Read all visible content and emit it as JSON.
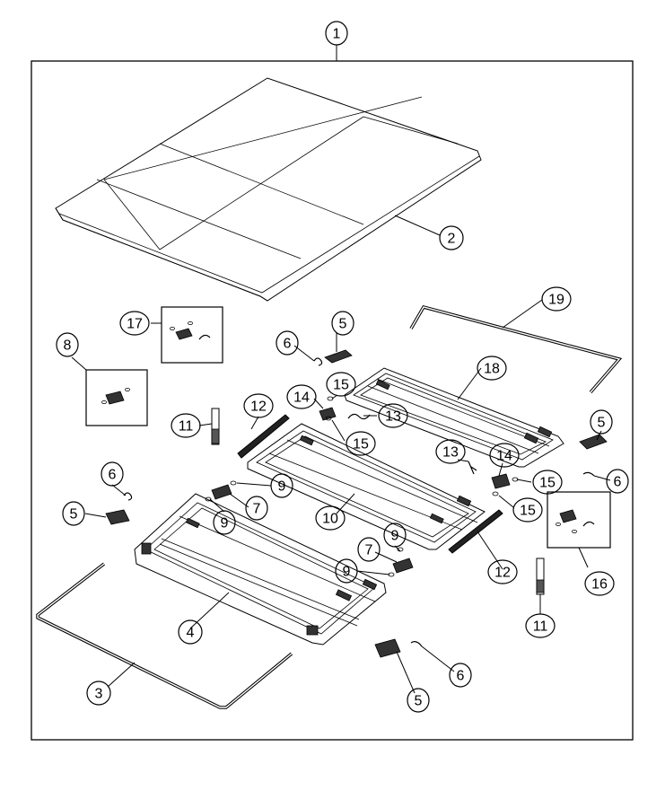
{
  "diagram": {
    "callouts": [
      {
        "id": "c1",
        "label": "1"
      },
      {
        "id": "c2",
        "label": "2"
      },
      {
        "id": "c3",
        "label": "3"
      },
      {
        "id": "c4",
        "label": "4"
      },
      {
        "id": "c5a",
        "label": "5"
      },
      {
        "id": "c5b",
        "label": "5"
      },
      {
        "id": "c5c",
        "label": "5"
      },
      {
        "id": "c5d",
        "label": "5"
      },
      {
        "id": "c6a",
        "label": "6"
      },
      {
        "id": "c6b",
        "label": "6"
      },
      {
        "id": "c6c",
        "label": "6"
      },
      {
        "id": "c6d",
        "label": "6"
      },
      {
        "id": "c7a",
        "label": "7"
      },
      {
        "id": "c7b",
        "label": "7"
      },
      {
        "id": "c8",
        "label": "8"
      },
      {
        "id": "c9a",
        "label": "9"
      },
      {
        "id": "c9b",
        "label": "9"
      },
      {
        "id": "c9c",
        "label": "9"
      },
      {
        "id": "c9d",
        "label": "9"
      },
      {
        "id": "c10",
        "label": "10"
      },
      {
        "id": "c11a",
        "label": "11"
      },
      {
        "id": "c11b",
        "label": "11"
      },
      {
        "id": "c12a",
        "label": "12"
      },
      {
        "id": "c12b",
        "label": "12"
      },
      {
        "id": "c13a",
        "label": "13"
      },
      {
        "id": "c13b",
        "label": "13"
      },
      {
        "id": "c14a",
        "label": "14"
      },
      {
        "id": "c14b",
        "label": "14"
      },
      {
        "id": "c15a",
        "label": "15"
      },
      {
        "id": "c15b",
        "label": "15"
      },
      {
        "id": "c15c",
        "label": "15"
      },
      {
        "id": "c15d",
        "label": "15"
      },
      {
        "id": "c16",
        "label": "16"
      },
      {
        "id": "c17",
        "label": "17"
      },
      {
        "id": "c18",
        "label": "18"
      },
      {
        "id": "c19",
        "label": "19"
      }
    ]
  }
}
